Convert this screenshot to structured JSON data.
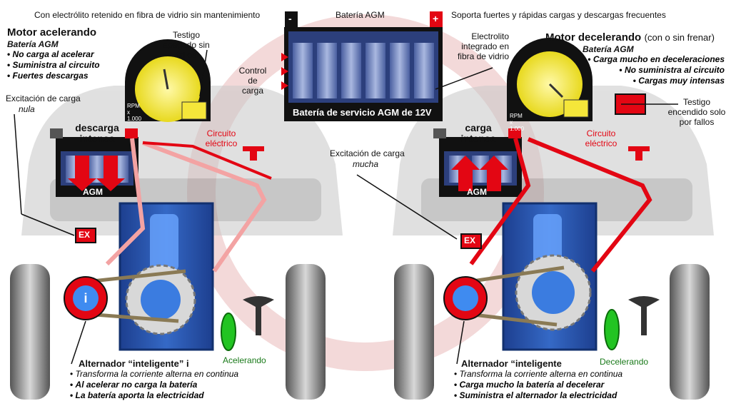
{
  "header": {
    "top_left_note": "Con electrólito retenido en fibra de vidrio sin mantenimiento",
    "top_center_label": "Batería AGM",
    "top_right_note": "Soporta fuertes  y rápidas cargas y descargas frecuentes"
  },
  "center_battery": {
    "label": "Batería de servicio AGM de 12V",
    "electrolyte_note": "Electrolito integrado en fibra de vidrio",
    "control_label": "Control de carga",
    "minus": "-",
    "plus": "+"
  },
  "left": {
    "title": "Motor acelerando",
    "subtitle": "Batería AGM",
    "bullets": [
      "No carga al acelerar",
      "Suministra al circuito",
      "Fuertes descargas"
    ],
    "warning_light_note": "Testigo apagado sin fallos",
    "gauge_label": "RPM x 1.000",
    "excitation_label": "Excitación de carga",
    "excitation_value": "nula",
    "battery_state": "descarga intensa",
    "battery_name": "AGM",
    "circuit_label": "Circuito eléctrico",
    "ex_label": "EX",
    "pedal_label": "Acelerando",
    "alternator_title": "Alternador “inteligente” i",
    "alternator_bullets": [
      "Transforma la corriente alterna en continua",
      "Al acelerar no carga la batería",
      "La batería aporta la electricidad"
    ],
    "alt_center": "i"
  },
  "right": {
    "title": "Motor decelerando",
    "title_suffix": "(con o sin frenar)",
    "subtitle": "Batería AGM",
    "bullets": [
      "Carga mucho en deceleraciones",
      "No suministra al circuito",
      "Cargas muy intensas"
    ],
    "warning_light_note": "Testigo encendido solo por fallos",
    "gauge_label": "RPM x 1.000",
    "excitation_label": "Excitación de carga",
    "excitation_value": "mucha",
    "battery_state": "carga intensa",
    "battery_name": "AGM",
    "circuit_label": "Circuito eléctrico",
    "ex_label": "EX",
    "pedal_label": "Decelerando",
    "alternator_title": "Alternador “inteligente",
    "alternator_bullets": [
      "Transforma la corriente alterna en continua",
      "Carga mucho la batería al decelerar",
      "Suministra el alternador la electricidad"
    ]
  },
  "colors": {
    "red": "#e30613",
    "dark": "#111111",
    "gauge_yellow": "#f5e63a",
    "engine_blue": "#1f4fa3",
    "battery_blue": "#5a78b8",
    "green": "#1aa51a"
  }
}
